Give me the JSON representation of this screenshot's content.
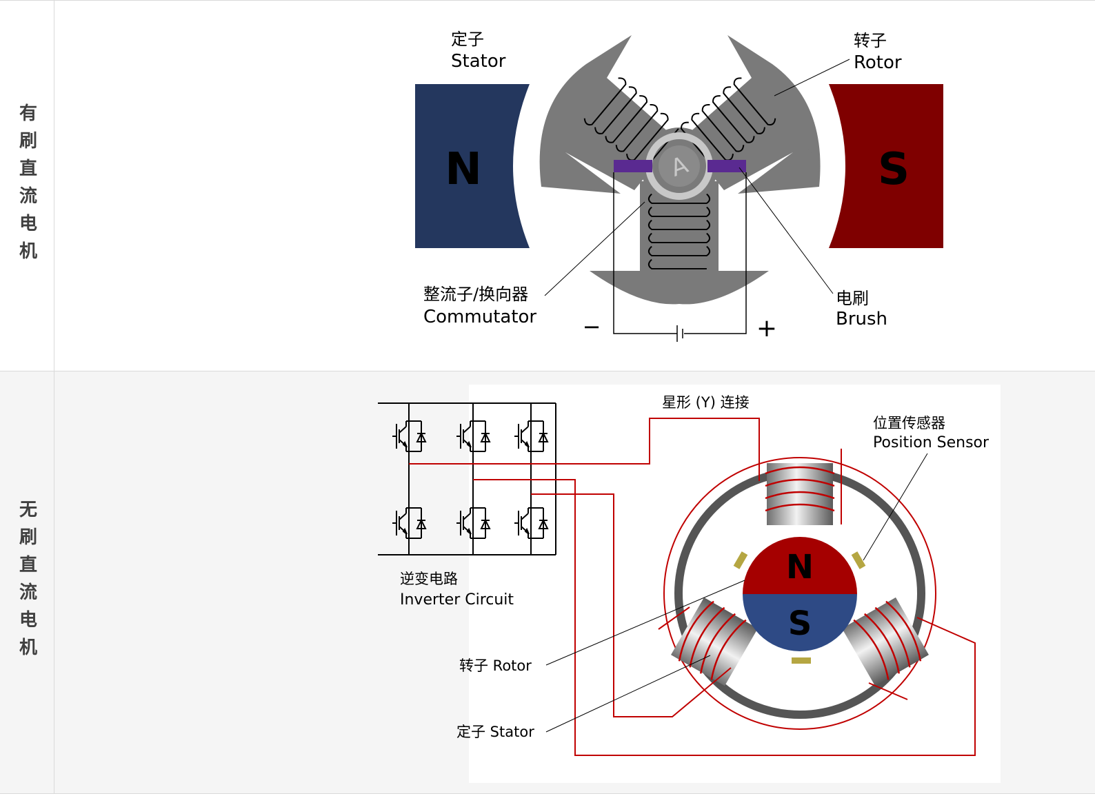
{
  "rows": [
    {
      "header": "有刷直流电机"
    },
    {
      "header": "无刷直流电机"
    }
  ],
  "brushed": {
    "stator_cn": "定子",
    "stator_en": "Stator",
    "rotor_cn": "转子",
    "rotor_en": "Rotor",
    "commutator_cn": "整流子/换向器",
    "commutator_en": "Commutator",
    "brush_cn": "电刷",
    "brush_en": "Brush",
    "pole_n": "N",
    "pole_s": "S",
    "minus": "−",
    "plus": "+"
  },
  "brushless": {
    "star": "星形 (Y) 连接",
    "sensor_cn": "位置传感器",
    "sensor_en": "Position Sensor",
    "inverter_cn": "逆变电路",
    "inverter_en": "Inverter Circuit",
    "rotor": "转子 Rotor",
    "stator": "定子 Stator",
    "pole_n": "N",
    "pole_s": "S"
  },
  "colors": {
    "magnet_n": "#24375e",
    "magnet_s": "#7f0000",
    "rotor_grey": "#7a7a7a",
    "brush": "#5a2a91",
    "wire_red": "#c00000",
    "rotor_red": "#a50000",
    "rotor_blue": "#2e4a85",
    "sensor": "#b5a642"
  }
}
